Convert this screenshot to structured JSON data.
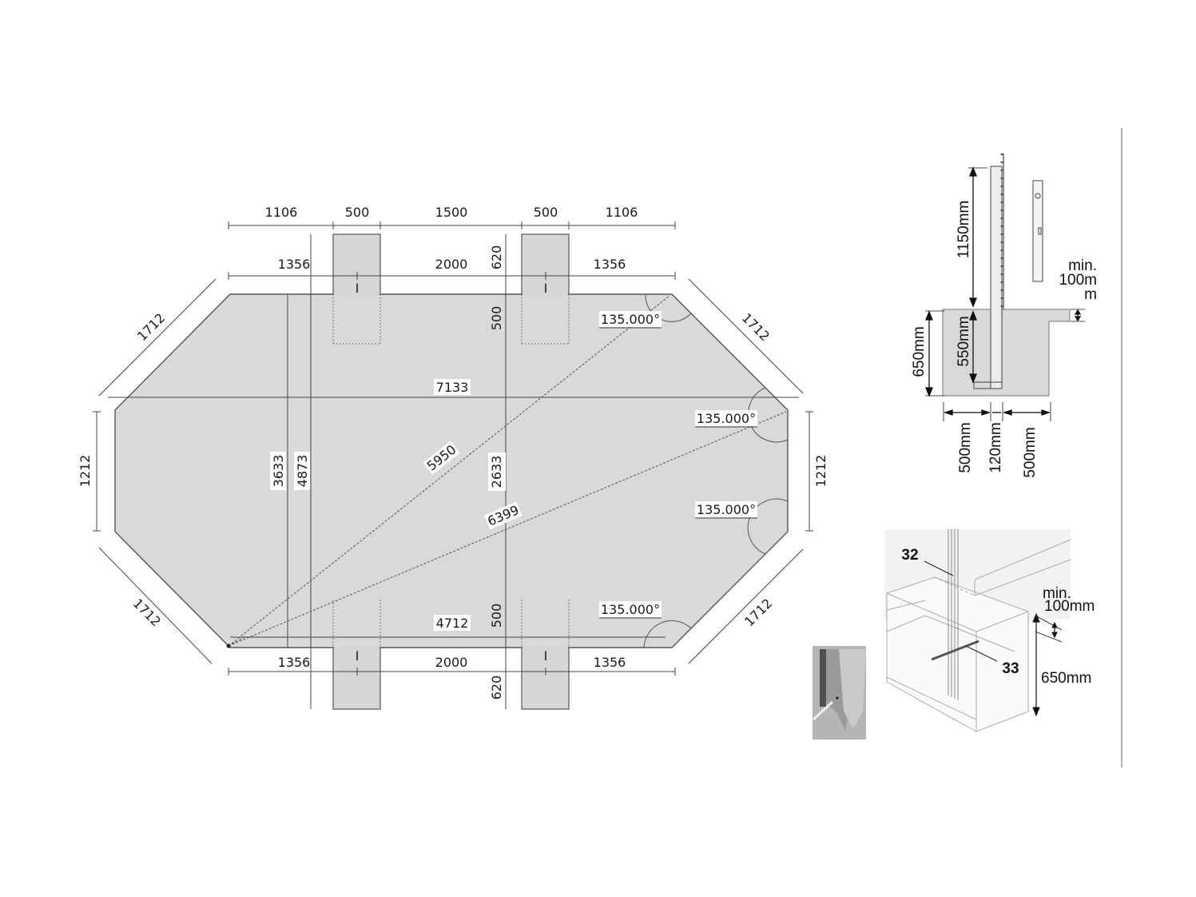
{
  "plan": {
    "top_dims": [
      "1106",
      "500",
      "1500",
      "500",
      "1106"
    ],
    "upper_dims": [
      "1356",
      "2000",
      "1356"
    ],
    "lower_dims": [
      "1356",
      "2000",
      "1356"
    ],
    "top_post_depth": "620",
    "top_post_inner": "500",
    "bottom_post_inner": "500",
    "bottom_post_depth": "620",
    "diag_edges": [
      "1712",
      "1712",
      "1712",
      "1712"
    ],
    "side_edges": [
      "1212",
      "1212"
    ],
    "width_long": "7133",
    "width_bottom": "4712",
    "height_inner": "3633",
    "height_outer": "4873",
    "height_mid": "2633",
    "diagonal_1": "5950",
    "diagonal_2": "6399",
    "angles": [
      "135.000°",
      "135.000°",
      "135.000°",
      "135.000°"
    ],
    "post_symbol": "I"
  },
  "section": {
    "above_ground": "1150mm",
    "embed_depth": "550mm",
    "footing_depth": "650mm",
    "min_label_line1": "min.",
    "min_label_line2": "100m",
    "min_label_line3": "m",
    "width_left": "500mm",
    "width_post": "120mm",
    "width_right": "500mm"
  },
  "iso": {
    "callout_post": "32",
    "callout_rod": "33",
    "min_label_line1": "min.",
    "min_label_line2": "100mm",
    "footing_depth": "650mm"
  },
  "colors": {
    "fill": "#d8d8d8",
    "line": "#555555",
    "text": "#1a1a1a"
  }
}
